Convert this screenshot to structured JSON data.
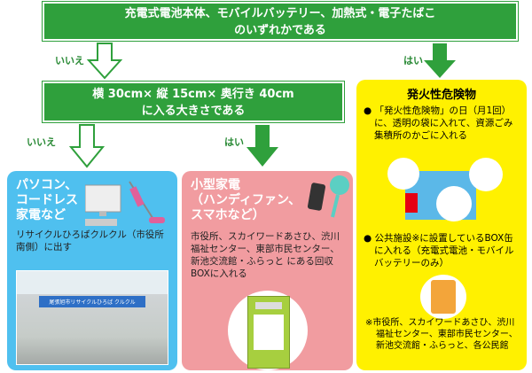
{
  "q1": {
    "line1": "充電式電池本体、モバイルバッテリー、加熱式・電子たばこ",
    "line2": "のいずれかである"
  },
  "q1_no": "いいえ",
  "q1_yes": "はい",
  "q2": {
    "line1": "横 30cm× 縦 15cm× 奥行き 40cm",
    "line2": "に入る大きさである"
  },
  "q2_no": "いいえ",
  "q2_yes": "はい",
  "pc": {
    "title_lines": [
      "パソコン、",
      "コードレス",
      "家電など"
    ],
    "text": "リサイクルひろばクルクル（市役所南側）に出す",
    "photo_sign": "尾張旭市リサイクルひろば クルクル"
  },
  "small": {
    "title_lines": [
      "小型家電",
      "（ハンディファン、",
      "スマホなど）"
    ],
    "text": "市役所、スカイワードあさひ、渋川福祉センター、東部市民センター、新池交流館・ふらっと にある回収BOXに入れる"
  },
  "fire": {
    "title": "発火性危険物",
    "bullet1": "「発火性危険物」の日（月1回）に、透明の袋に入れて、資源ごみ集積所のかごに入れる",
    "bullet2": "公共施設※に設置しているBOX缶に入れる（充電式電池・モバイルバッテリーのみ）",
    "note": "※市役所、スカイワードあさひ、渋川福祉センター、東部市民センター、新池交流館・ふらっと、各公民館"
  },
  "colors": {
    "green": "#2fa03c",
    "blue": "#4fc0ef",
    "pink": "#f19ca0",
    "yellow": "#fff100"
  }
}
